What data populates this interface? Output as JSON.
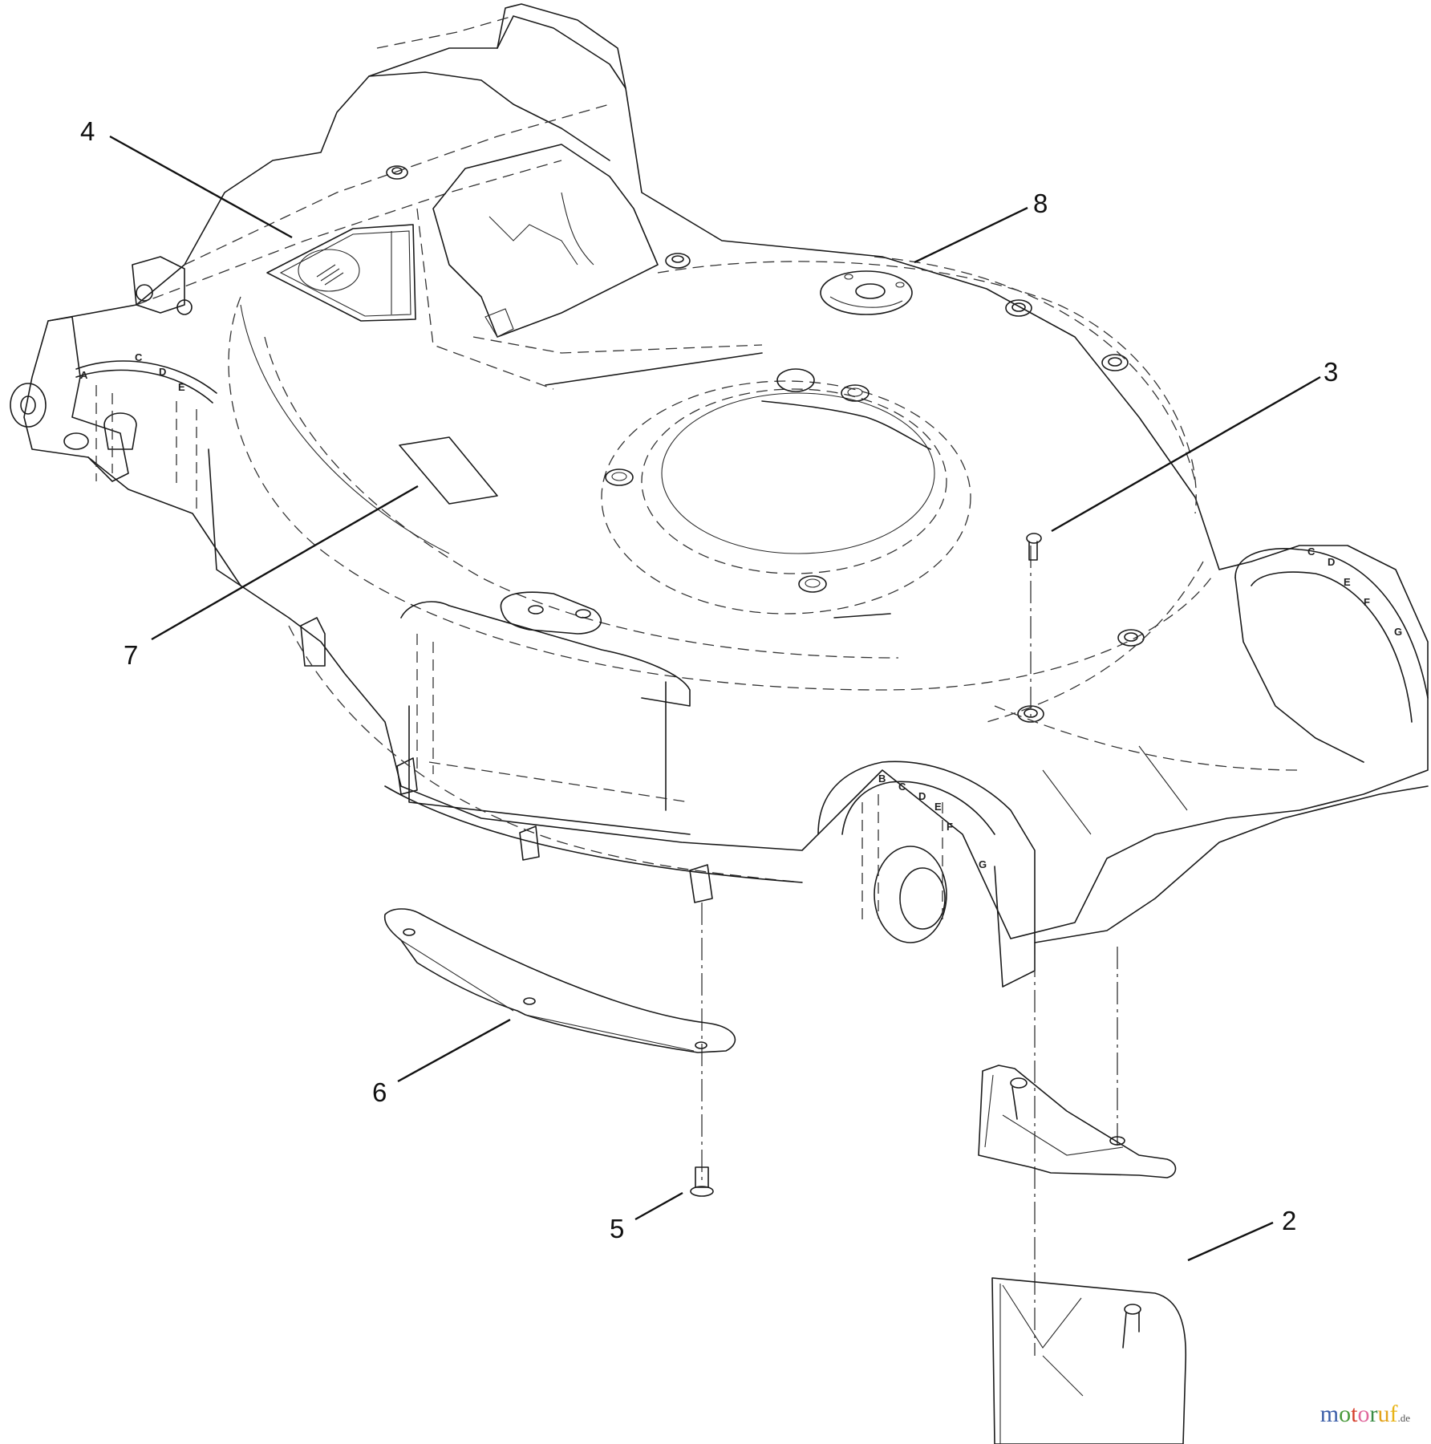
{
  "diagram": {
    "type": "exploded-parts-view",
    "subject": "Lawn mower cutting deck housing assembly",
    "callouts": [
      {
        "id": "callout-2",
        "label": "2",
        "part": "rear discharge door / mulch plug lower"
      },
      {
        "id": "callout-3",
        "label": "3",
        "part": "screw"
      },
      {
        "id": "callout-4",
        "label": "4",
        "part": "deck housing"
      },
      {
        "id": "callout-5",
        "label": "5",
        "part": "screw"
      },
      {
        "id": "callout-6",
        "label": "6",
        "part": "baffle strip"
      },
      {
        "id": "callout-7",
        "label": "7",
        "part": "decal"
      },
      {
        "id": "callout-8",
        "label": "8",
        "part": "height adjust / wash-out port plug"
      }
    ],
    "height_scale_letters": [
      "A",
      "B",
      "C",
      "D",
      "E",
      "F",
      "G"
    ],
    "front_scale_letters": [
      "B",
      "C",
      "D",
      "E",
      "F",
      "G"
    ]
  },
  "watermark": {
    "letters": [
      "m",
      "o",
      "t",
      "o",
      "r",
      "u",
      "f"
    ],
    "colors": [
      "#3b5ea8",
      "#4a9a3c",
      "#d6402e",
      "#e0679c",
      "#3a8c45",
      "#e3a21a",
      "#e8b418"
    ],
    "tld": ".de"
  }
}
